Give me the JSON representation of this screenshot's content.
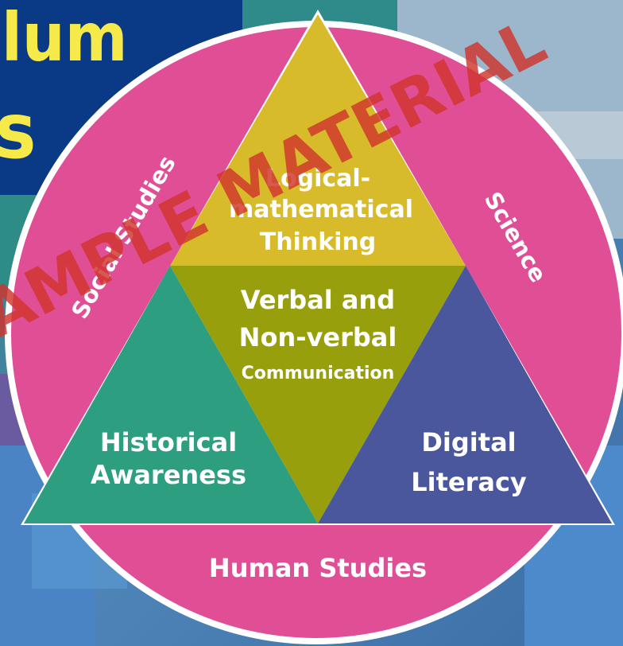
{
  "header_fragment": {
    "line1": "lum",
    "line2": "s"
  },
  "watermark": "SAMPLE MATERIAL",
  "outer_ring": {
    "left": "Social Studies",
    "right": "Science",
    "bottom": "Human Studies"
  },
  "triangles": {
    "top": {
      "line1": "Logical-",
      "line2": "mathematical",
      "line3": "Thinking"
    },
    "center": {
      "line1": "Verbal and",
      "line2": "Non-verbal",
      "line3": "Communication"
    },
    "left": {
      "line1": "Historical",
      "line2": "Awareness"
    },
    "right": {
      "line1": "Digital",
      "line2": "Literacy"
    }
  },
  "colors": {
    "circle": "#e04f96",
    "top": "#d8bb2a",
    "center": "#97a00c",
    "left": "#2d9e80",
    "right": "#4a579c",
    "header_bg": "#0a3a86",
    "header_text": "#f5ea4a",
    "watermark": "#d0342c"
  }
}
